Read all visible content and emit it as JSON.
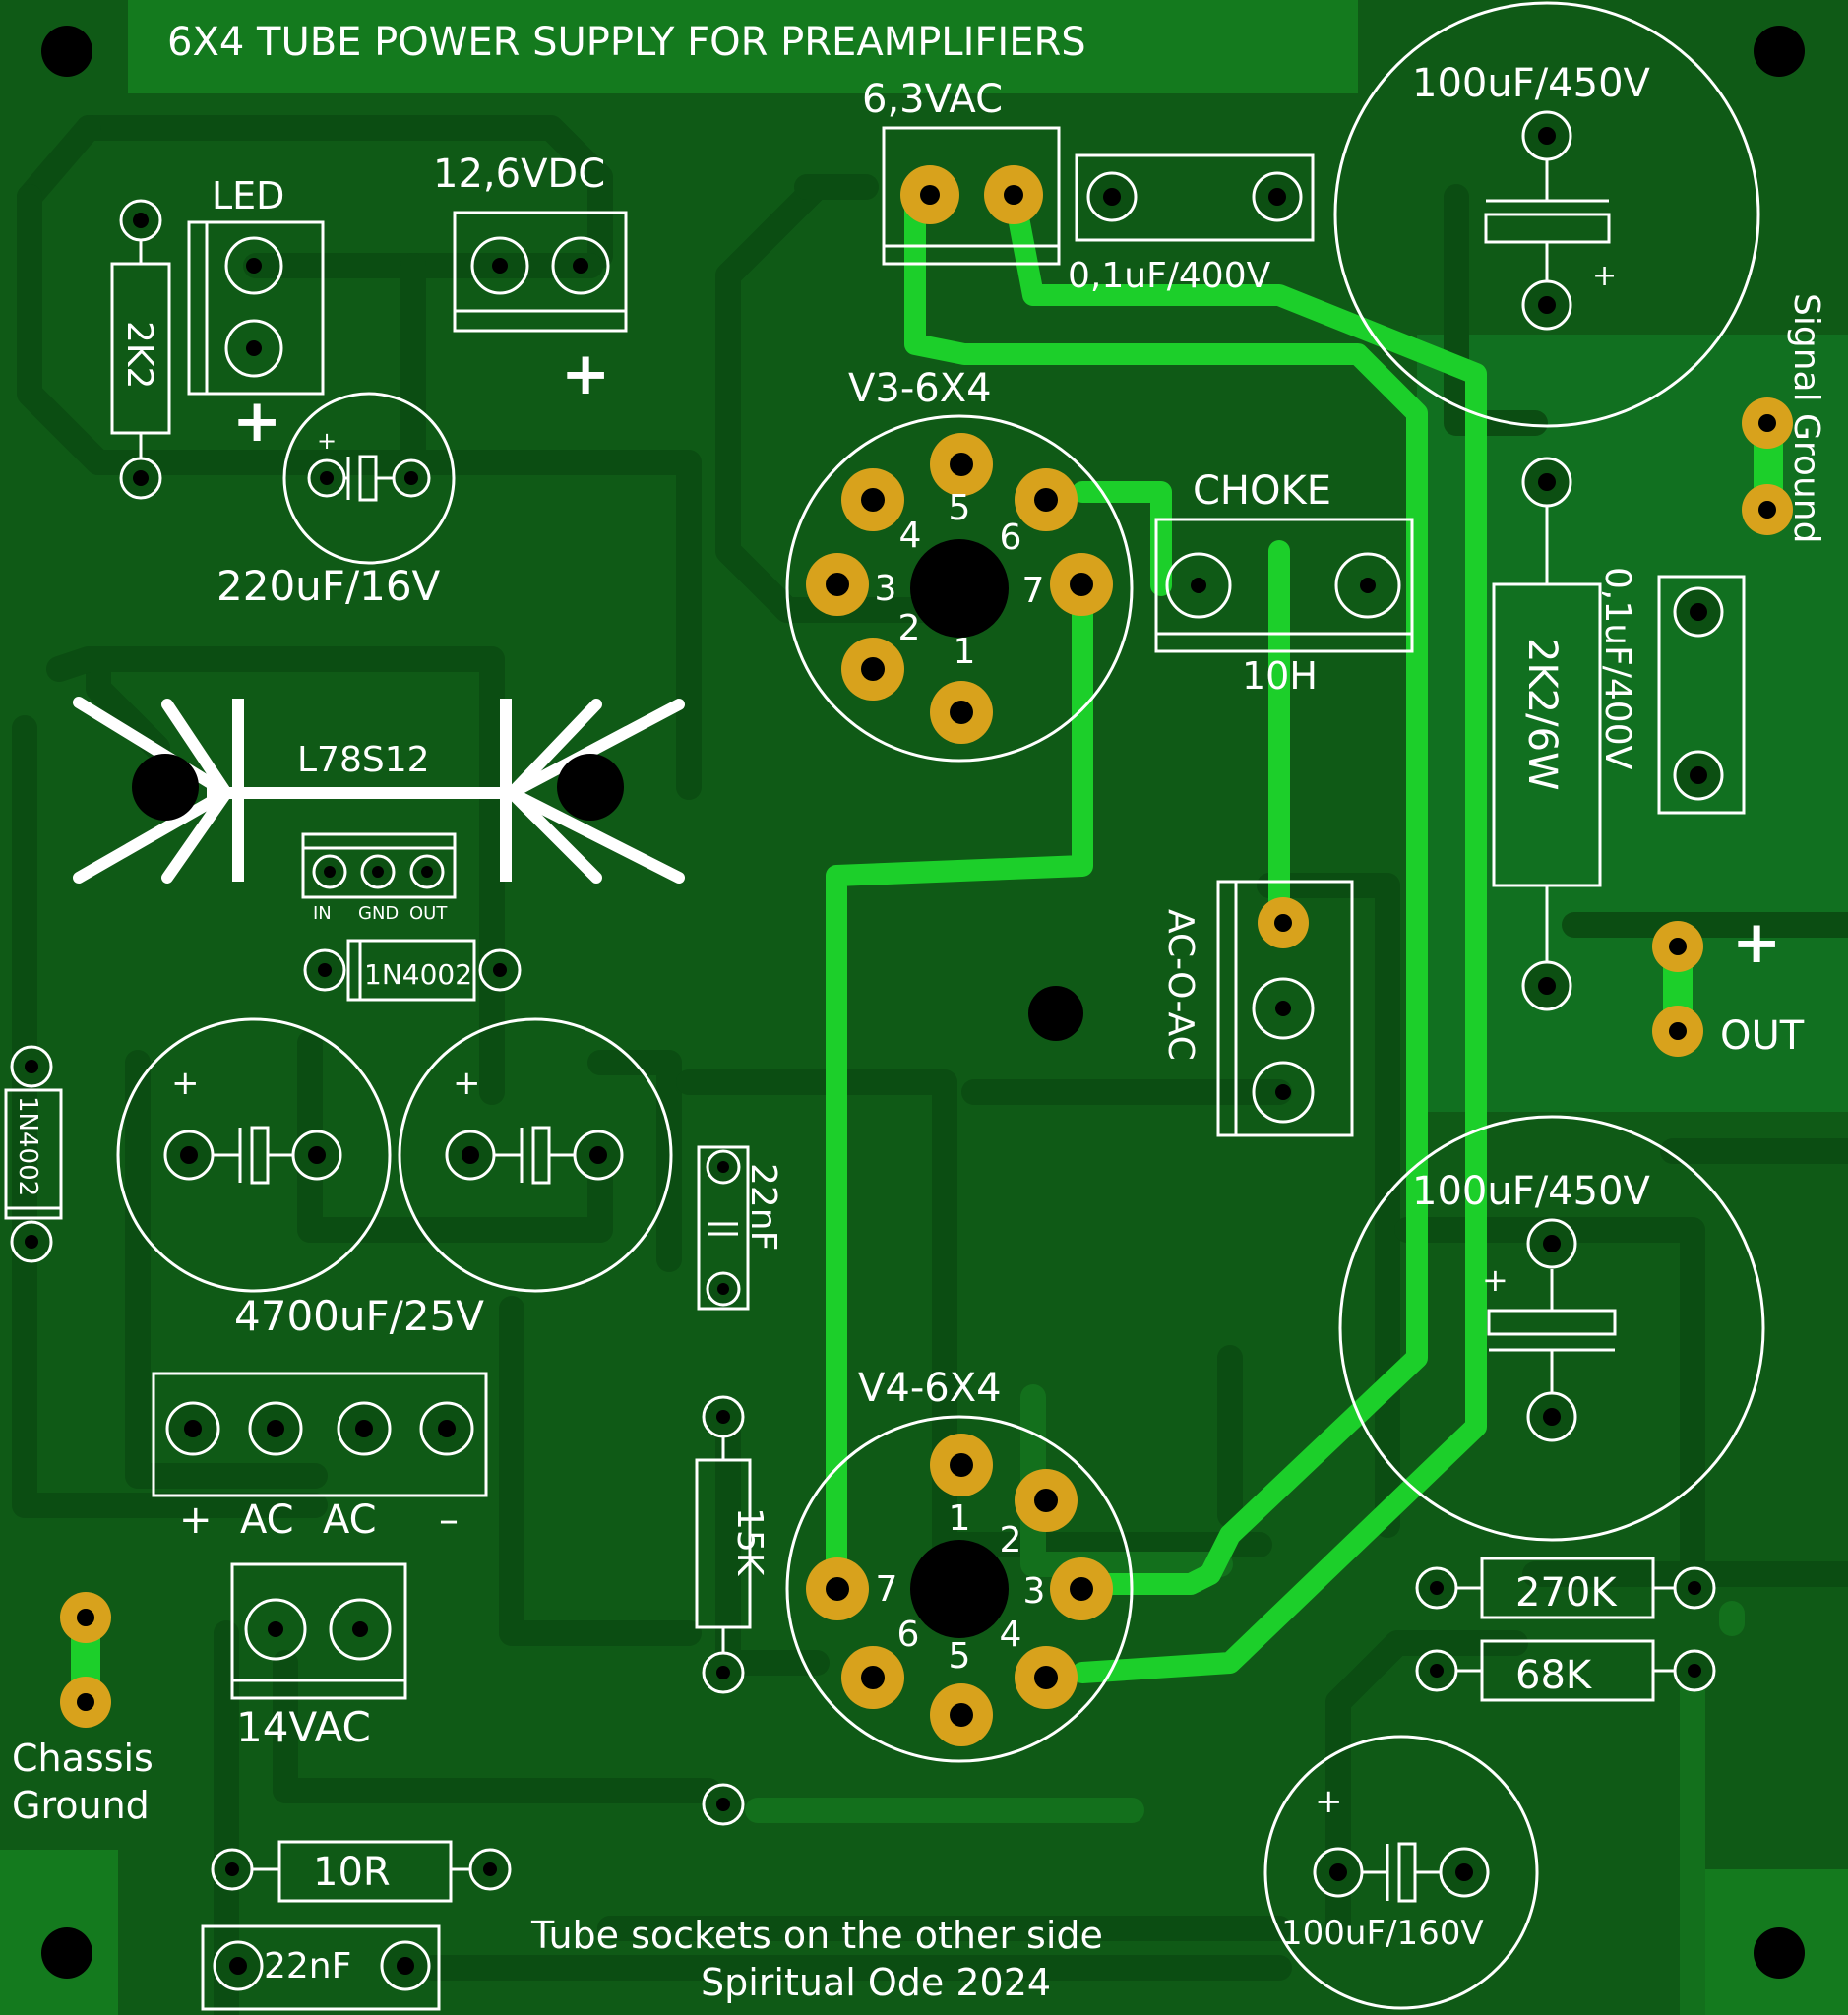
{
  "title": "6X4 TUBE POWER SUPPLY FOR PREAMPLIFIERS",
  "labels": {
    "heater_in": "6,3VAC",
    "cap_01_top": "0,1uF/400V",
    "cap_main_top": "100uF/450V",
    "led": "LED",
    "dc_out": "12,6VDC",
    "plus_dc": "+",
    "plus_led": "+",
    "res_2k2": "2K2",
    "cap_220": "220uF/16V",
    "tube_v3": "V3-6X4",
    "choke": "CHOKE",
    "choke_value": "10H",
    "signal_ground": "Signal Ground",
    "cap_01_right": "0,1uF/400V",
    "res_2k2_6w": "2K2/6W",
    "plus_out": "+",
    "out": "OUT",
    "regulator": "L78S12",
    "reg_in": "IN",
    "reg_gnd": "GND",
    "reg_out": "OUT",
    "diode_h": "1N4002",
    "diode_v": "1N4002",
    "ac_o_ac": "AC-O-AC",
    "cap_4700": "4700uF/25V",
    "cap_22nf_v": "22nF",
    "cap_main_bottom": "100uF/450V",
    "bridge_plus": "+",
    "bridge_ac1": "AC",
    "bridge_ac2": "AC",
    "bridge_minus": "–",
    "tube_v4": "V4-6X4",
    "res_15k": "15K",
    "res_270k": "270K",
    "res_68k": "68K",
    "ac14": "14VAC",
    "chassis1": "Chassis",
    "chassis2": "Ground",
    "res_10r": "10R",
    "cap_22nf_b": "22nF",
    "note": "Tube sockets on the other side",
    "credit": "Spiritual Ode 2024",
    "cap_160": "100uF/160V",
    "cap_plus": "+"
  },
  "v3_pins": [
    "1",
    "2",
    "3",
    "4",
    "5",
    "6",
    "7"
  ],
  "v4_pins": [
    "1",
    "2",
    "3",
    "4",
    "5",
    "6",
    "7"
  ],
  "colors": {
    "board": "#0f5a16",
    "trace": "#0b4d12",
    "bright_trace": "#1ccf2a",
    "pad": "#d8a21c",
    "silk": "#ffffff"
  }
}
